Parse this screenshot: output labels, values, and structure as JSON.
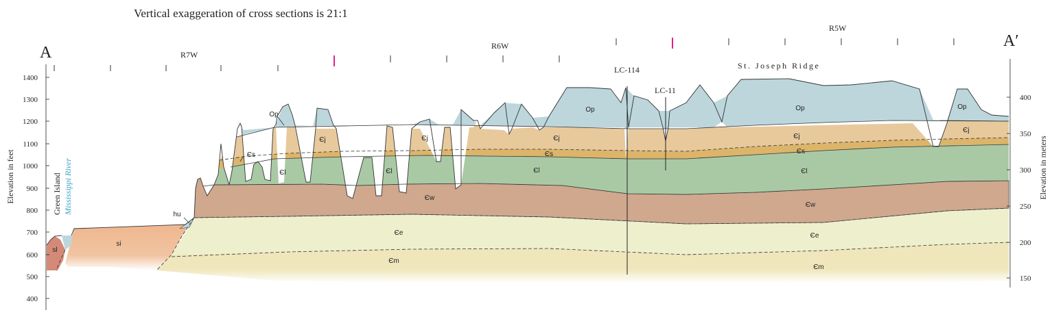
{
  "note": "Vertical exaggeration of cross sections is 21:1",
  "section": {
    "start_label": "A",
    "end_label": "A′"
  },
  "left_axis": {
    "title": "Elevation in feet",
    "ticks": [
      "400",
      "500",
      "600",
      "700",
      "800",
      "900",
      "1000",
      "1100",
      "1200",
      "1300",
      "1400"
    ]
  },
  "right_axis": {
    "title": "Elevation in meters",
    "ticks": [
      "150",
      "200",
      "250",
      "300",
      "350",
      "400"
    ]
  },
  "townships": [
    "R7W",
    "R6W",
    "R5W"
  ],
  "places": {
    "island": "Green Island",
    "river": "Mississippi River",
    "ridge": "St. Joseph Ridge",
    "well_1": "LC-114",
    "well_2": "LC-11"
  },
  "units": {
    "sl": "sl",
    "si": "si",
    "hu": "hu",
    "op": "Op",
    "cj": "Єj",
    "cs": "Єs",
    "cl": "Єl",
    "cw": "Єw",
    "ce": "Єe",
    "cm": "Єm"
  },
  "colors": {
    "op": "#bcd6dc",
    "cj": "#e8c99c",
    "cs": "#dcb46a",
    "cl": "#a9c9a5",
    "cw": "#cfa88e",
    "ce": "#eeefcc",
    "cm": "#efe6bb",
    "si": "#eeb48a",
    "sl": "#d48a76",
    "river": "#3aa3c4",
    "section_marker": "#e0218a"
  }
}
